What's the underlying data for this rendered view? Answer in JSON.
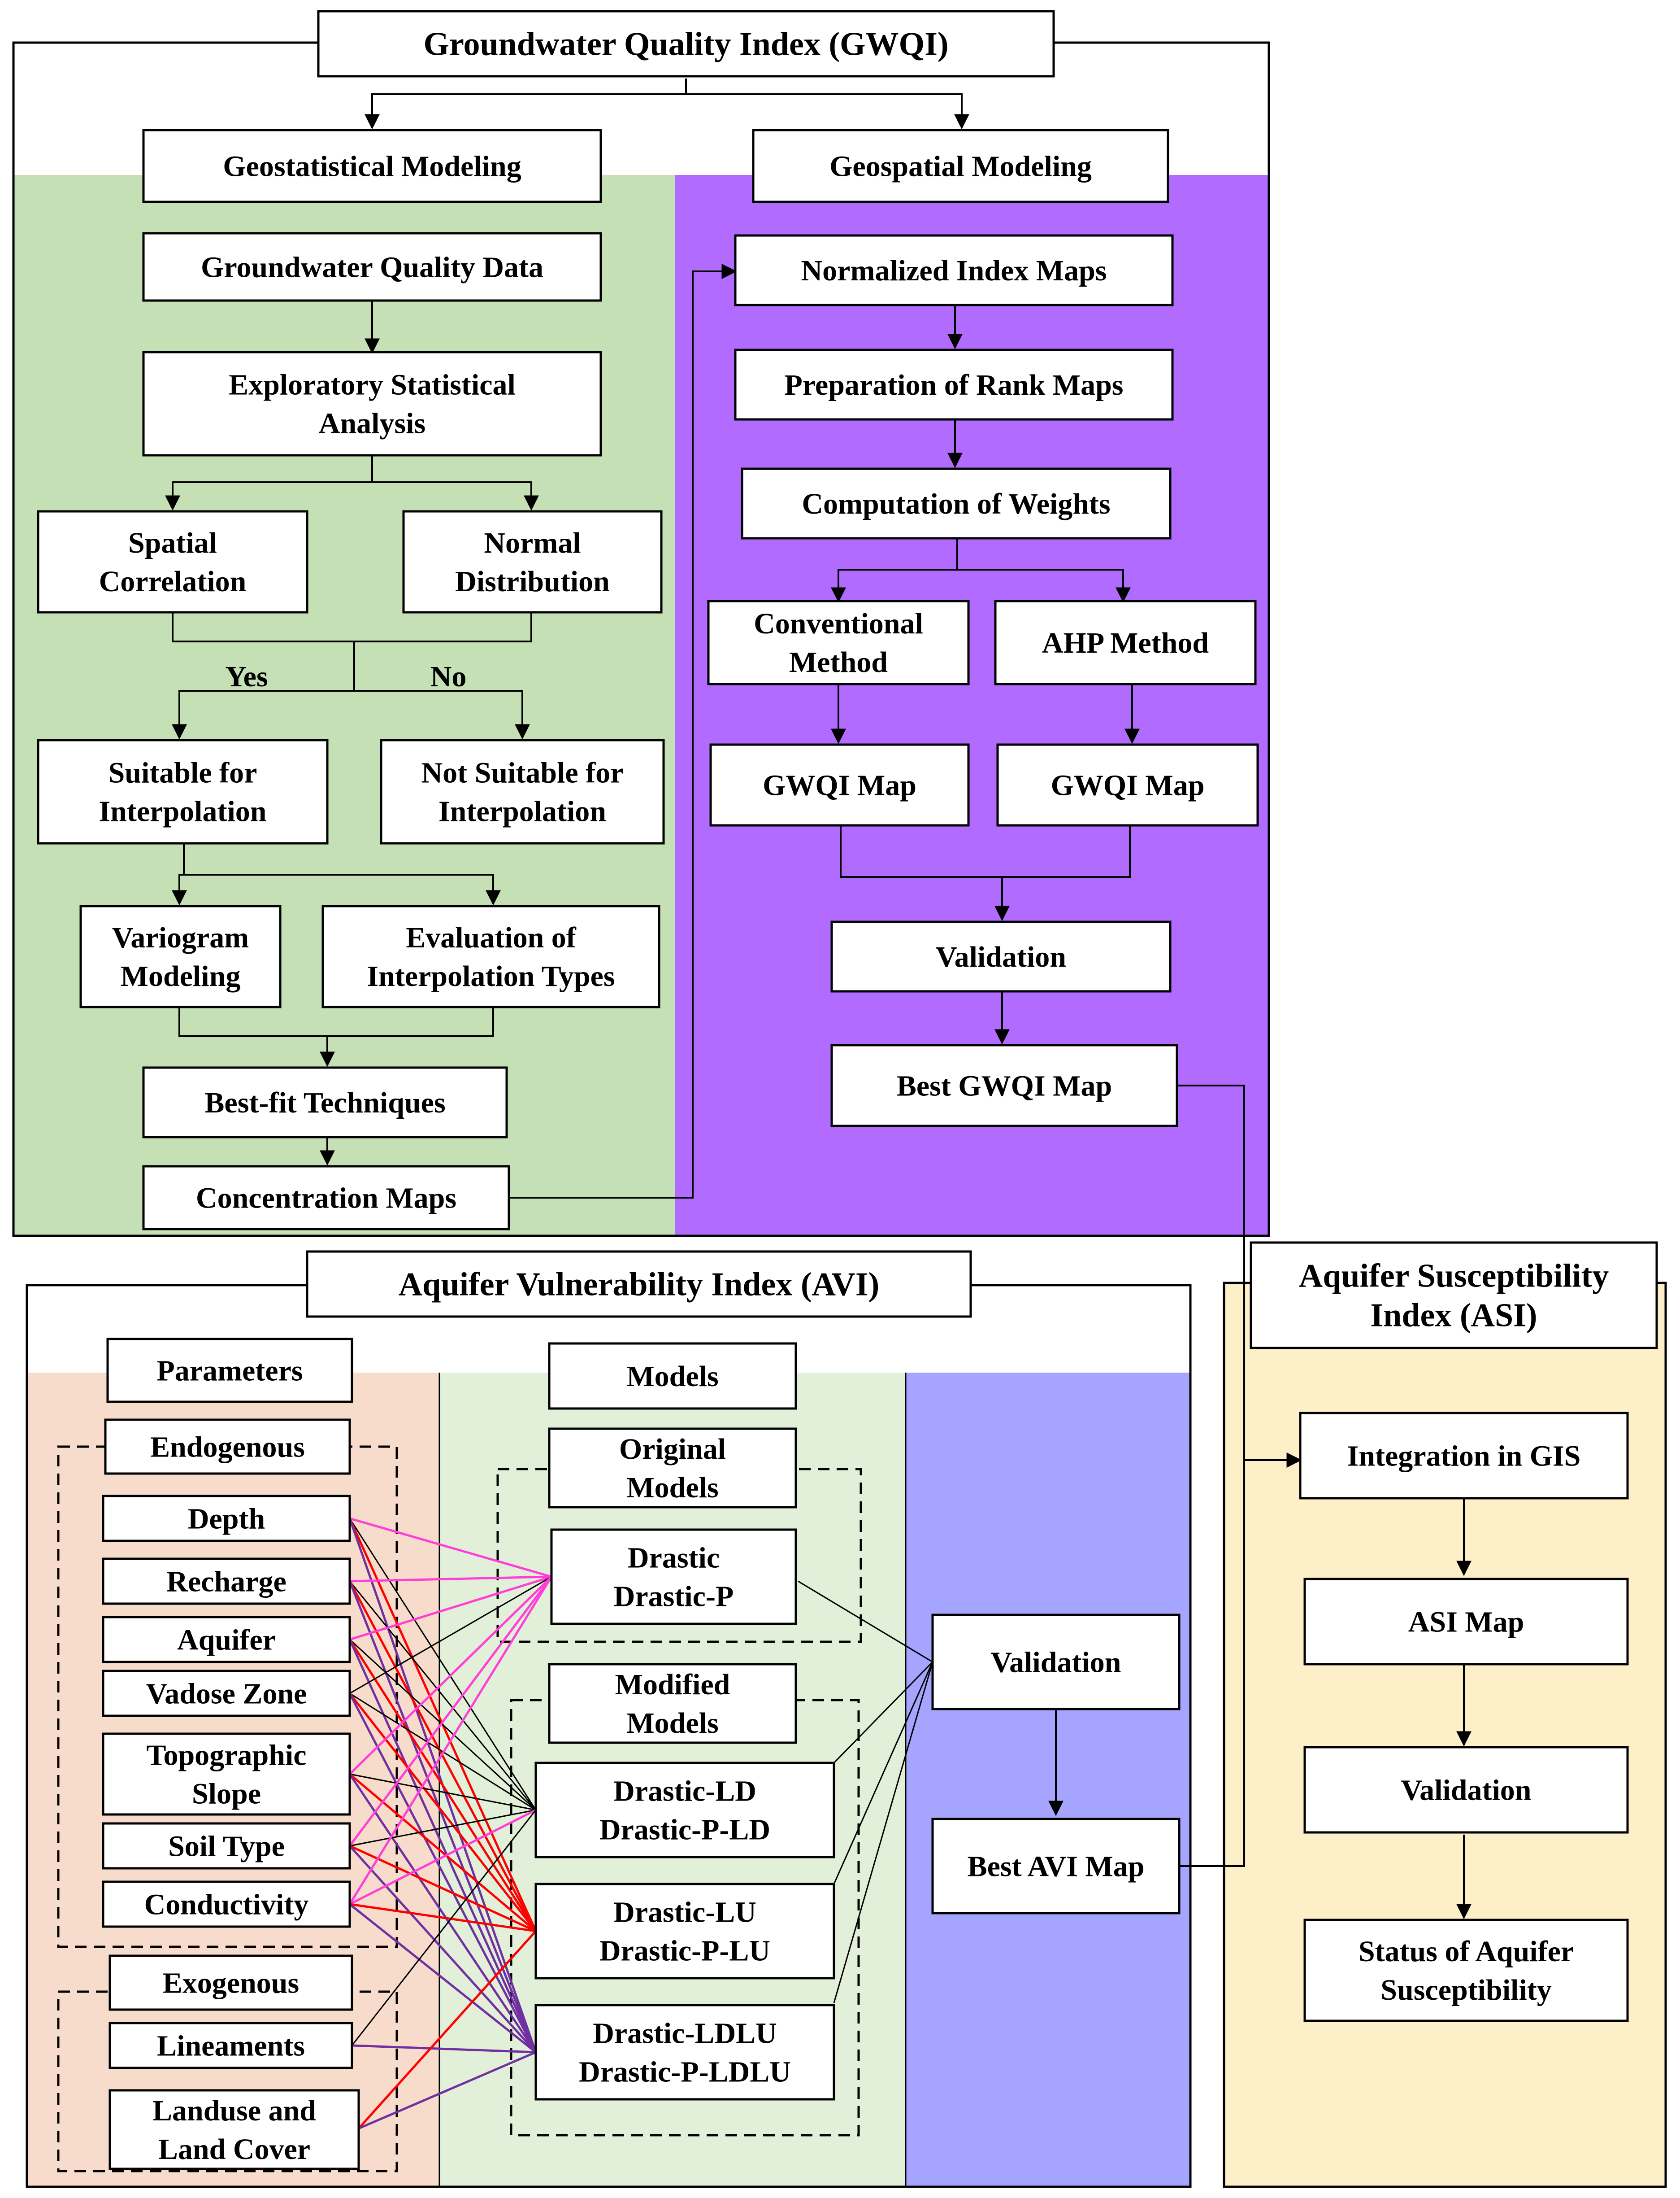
{
  "colors": {
    "geostat_panel": "#c5e0b4",
    "geospatial_panel": "#b26bff",
    "param_panel": "#f8dccb",
    "model_panel": "#e2efd9",
    "avi_validation_panel": "#a5a5ff",
    "asi_panel": "#fdefc8",
    "link_black": "#000000",
    "link_magenta": "#ff3fd7",
    "link_red": "#ff0000",
    "link_purple": "#7030a0"
  },
  "gwqi": {
    "title": "Groundwater Quality Index (GWQI)",
    "geostat": {
      "title": "Geostatistical Modeling",
      "data": "Groundwater Quality Data",
      "exploratory": [
        "Exploratory Statistical",
        "Analysis"
      ],
      "spatial": [
        "Spatial",
        "Correlation"
      ],
      "normal": [
        "Normal",
        "Distribution"
      ],
      "yes": "Yes",
      "no": "No",
      "suitable": [
        "Suitable for",
        "Interpolation"
      ],
      "not_suitable": [
        "Not Suitable for",
        "Interpolation"
      ],
      "variogram": [
        "Variogram",
        "Modeling"
      ],
      "evaluation": [
        "Evaluation of",
        "Interpolation Types"
      ],
      "bestfit": "Best-fit Techniques",
      "concentration": "Concentration Maps"
    },
    "geospatial": {
      "title": "Geospatial Modeling",
      "normalized": "Normalized Index Maps",
      "rank": "Preparation of Rank Maps",
      "weights": "Computation of Weights",
      "conventional": [
        "Conventional",
        "Method"
      ],
      "ahp": "AHP Method",
      "gwqi_map_1": "GWQI Map",
      "gwqi_map_2": "GWQI Map",
      "validation": "Validation",
      "best": "Best GWQI Map"
    }
  },
  "avi": {
    "title": "Aquifer Vulnerability Index (AVI)",
    "parameters_title": "Parameters",
    "endogenous_title": "Endogenous",
    "endogenous": [
      "Depth",
      "Recharge",
      "Aquifer",
      "Vadose Zone",
      [
        "Topographic",
        "Slope"
      ],
      "Soil Type",
      "Conductivity"
    ],
    "exogenous_title": "Exogenous",
    "exogenous": [
      "Lineaments",
      [
        "Landuse and",
        "Land Cover"
      ]
    ],
    "models_title": "Models",
    "original_title": [
      "Original",
      "Models"
    ],
    "original": [
      "Drastic",
      "Drastic-P"
    ],
    "modified_title": [
      "Modified",
      "Models"
    ],
    "modified": [
      [
        "Drastic-LD",
        "Drastic-P-LD"
      ],
      [
        "Drastic-LU",
        "Drastic-P-LU"
      ],
      [
        "Drastic-LDLU",
        "Drastic-P-LDLU"
      ]
    ],
    "validation": "Validation",
    "best": "Best AVI Map"
  },
  "asi": {
    "title": [
      "Aquifer Susceptibility",
      "Index (ASI)"
    ],
    "integration": "Integration in GIS",
    "map": "ASI Map",
    "validation": "Validation",
    "status": [
      "Status of Aquifer",
      "Susceptibility"
    ]
  }
}
